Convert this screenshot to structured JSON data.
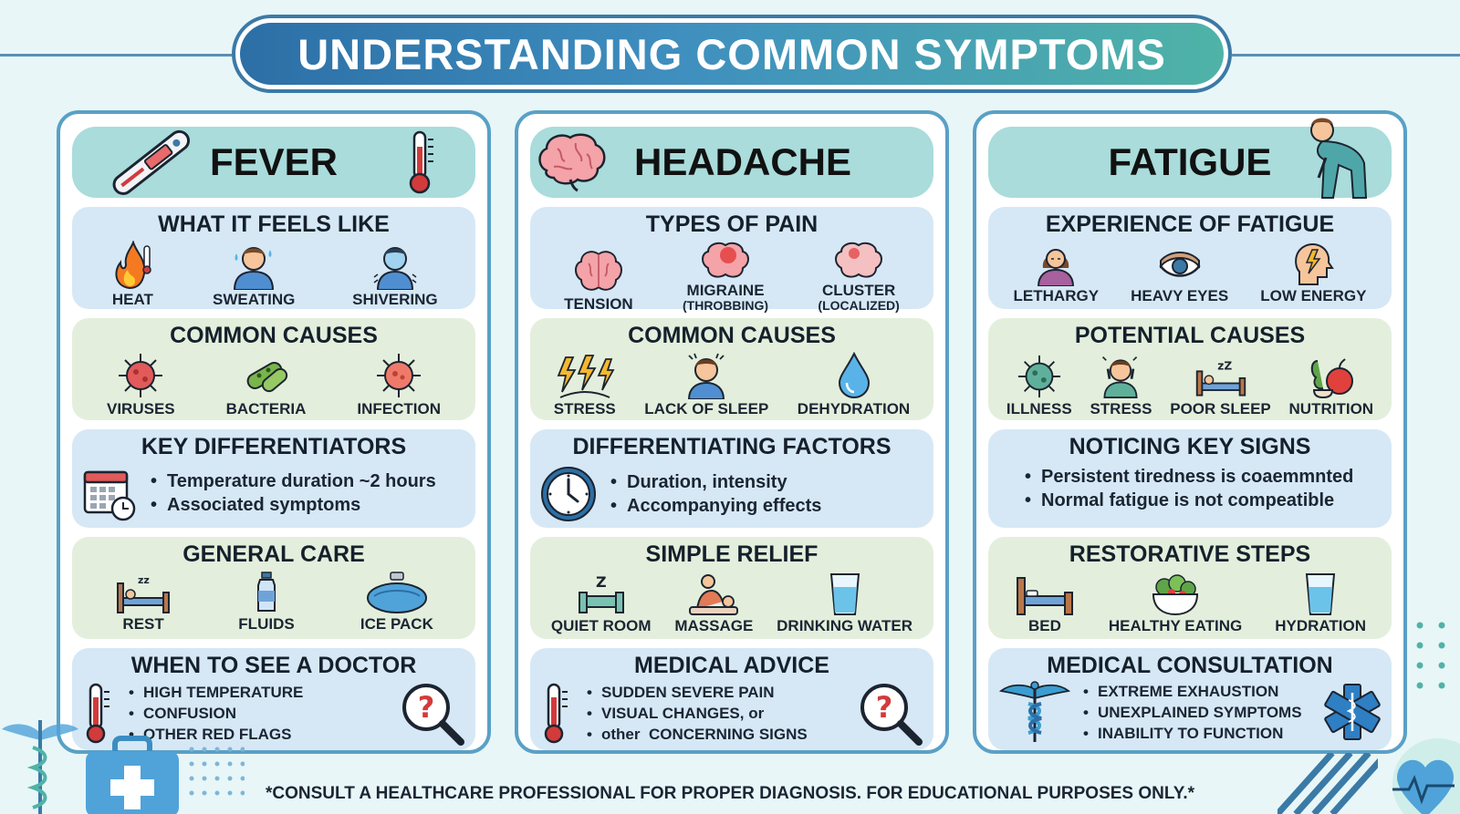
{
  "title": "UNDERSTANDING COMMON SYMPTOMS",
  "colors": {
    "accent_blue": "#3b7aa6",
    "accent_teal": "#4fb3a7",
    "panel_blue": "#d6e8f5",
    "panel_green": "#e3efdc",
    "header_teal": "#a9dcdb"
  },
  "fever": {
    "title": "FEVER",
    "feels": {
      "heading": "WHAT IT FEELS LIKE",
      "items": [
        "HEAT",
        "SWEATING",
        "SHIVERING"
      ]
    },
    "causes": {
      "heading": "COMMON CAUSES",
      "items": [
        "VIRUSES",
        "BACTERIA",
        "INFECTION"
      ]
    },
    "diff": {
      "heading": "KEY DIFFERENTIATORS",
      "bullets": [
        "Temperature duration ~2 hours",
        "Associated symptoms"
      ]
    },
    "care": {
      "heading": "GENERAL CARE",
      "items": [
        "REST",
        "FLUIDS",
        "ICE PACK"
      ]
    },
    "doctor": {
      "heading": "WHEN TO SEE A DOCTOR",
      "bullets": [
        "HIGH TEMPERATURE",
        "CONFUSION",
        "OTHER RED FLAGS"
      ]
    }
  },
  "headache": {
    "title": "HEADACHE",
    "types": {
      "heading": "TYPES OF PAIN",
      "items": [
        {
          "label": "TENSION",
          "sub": ""
        },
        {
          "label": "MIGRAINE",
          "sub": "(THROBBING)"
        },
        {
          "label": "CLUSTER",
          "sub": "(LOCALIZED)"
        }
      ]
    },
    "causes": {
      "heading": "COMMON CAUSES",
      "items": [
        "STRESS",
        "LACK OF SLEEP",
        "DEHYDRATION"
      ]
    },
    "diff": {
      "heading": "DIFFERENTIATING FACTORS",
      "bullets": [
        "Duration, intensity",
        "Accompanying effects"
      ]
    },
    "relief": {
      "heading": "SIMPLE RELIEF",
      "items": [
        "QUIET ROOM",
        "MASSAGE",
        "DRINKING WATER"
      ]
    },
    "advice": {
      "heading": "MEDICAL ADVICE",
      "bullets": [
        "SUDDEN SEVERE PAIN",
        "VISUAL CHANGES, or",
        "other  CONCERNING SIGNS"
      ]
    }
  },
  "fatigue": {
    "title": "FATIGUE",
    "experience": {
      "heading": "EXPERIENCE OF FATIGUE",
      "items": [
        "LETHARGY",
        "HEAVY EYES",
        "LOW ENERGY"
      ]
    },
    "causes": {
      "heading": "POTENTIAL CAUSES",
      "items": [
        "ILLNESS",
        "STRESS",
        "POOR SLEEP",
        "NUTRITION"
      ]
    },
    "signs": {
      "heading": "NOTICING KEY SIGNS",
      "bullets": [
        "Persistent tiredness is coaemmnted",
        "Normal fatigue is not compeatible"
      ]
    },
    "steps": {
      "heading": "RESTORATIVE STEPS",
      "items": [
        "BED",
        "HEALTHY EATING",
        "HYDRATION"
      ]
    },
    "consult": {
      "heading": "MEDICAL CONSULTATION",
      "bullets": [
        "EXTREME EXHAUSTION",
        "UNEXPLAINED SYMPTOMS",
        "INABILITY TO FUNCTION"
      ]
    }
  },
  "disclaimer": "*CONSULT A HEALTHCARE PROFESSIONAL FOR PROPER DIAGNOSIS. FOR EDUCATIONAL PURPOSES ONLY.*"
}
